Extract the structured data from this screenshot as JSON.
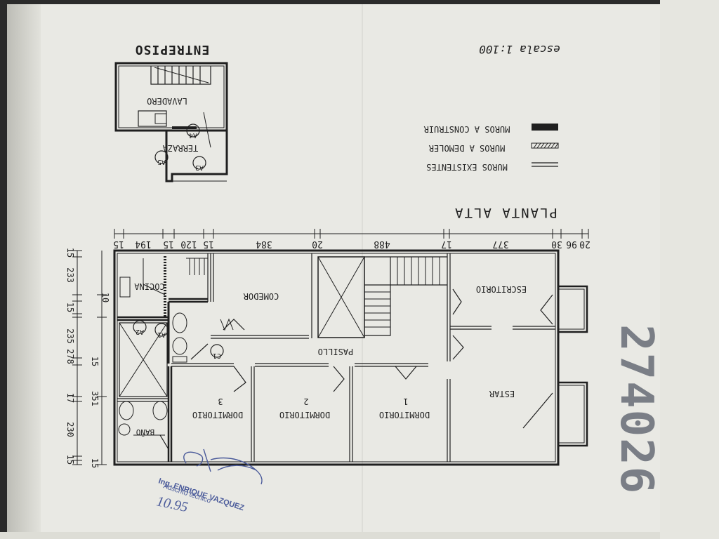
{
  "titles": {
    "entrepiso": "ENTREPISO",
    "escala": "escala  1:100",
    "planta_alta": "PLANTA  ALTA"
  },
  "legend": [
    {
      "label": "MUROS  A  CONSTRUIR",
      "swatch": "solid"
    },
    {
      "label": "MUROS  A  DEMOLER",
      "swatch": "hatched"
    },
    {
      "label": "MUROS  EXISTENTES",
      "swatch": "double-line"
    }
  ],
  "rooms": {
    "lavadero": "LAVADERO",
    "terraza": "TERRAZA",
    "escritorio": "ESCRITORIO",
    "comedor": "COMEDOR",
    "cocina": "COCINA",
    "pasillo": "PASILLO",
    "estar": "ESTAR",
    "dorm1": "DORMITORIO",
    "dorm1_num": "1",
    "dorm2": "DORMITORIO",
    "dorm2_num": "2",
    "dorm3": "DORMITORIO",
    "dorm3_num": "3",
    "bano": "BAÑO"
  },
  "markers": {
    "a3": "A3",
    "a4": "A4",
    "a5": "A5",
    "a1": "A1",
    "a2": "A2",
    "c1": "C1"
  },
  "dims_top": [
    "15",
    "194",
    "15",
    "120",
    "15",
    "384",
    "20",
    "488",
    "17",
    "377",
    "30",
    "96",
    "20"
  ],
  "dims_left": [
    "15",
    "233",
    "10",
    "15",
    "235",
    "278",
    "15",
    "17",
    "351",
    "230",
    "15",
    "15"
  ],
  "stamp": {
    "line1": "Ing.  ENRIQUE  VAZQUEZ",
    "line2": "Adscrito técnico",
    "date": "10.95",
    "signature": "signature"
  },
  "file_number": "274026",
  "colors": {
    "paper": "#e9e9e4",
    "ink": "#1f1f1f",
    "stamp": "#4a5a9a"
  }
}
